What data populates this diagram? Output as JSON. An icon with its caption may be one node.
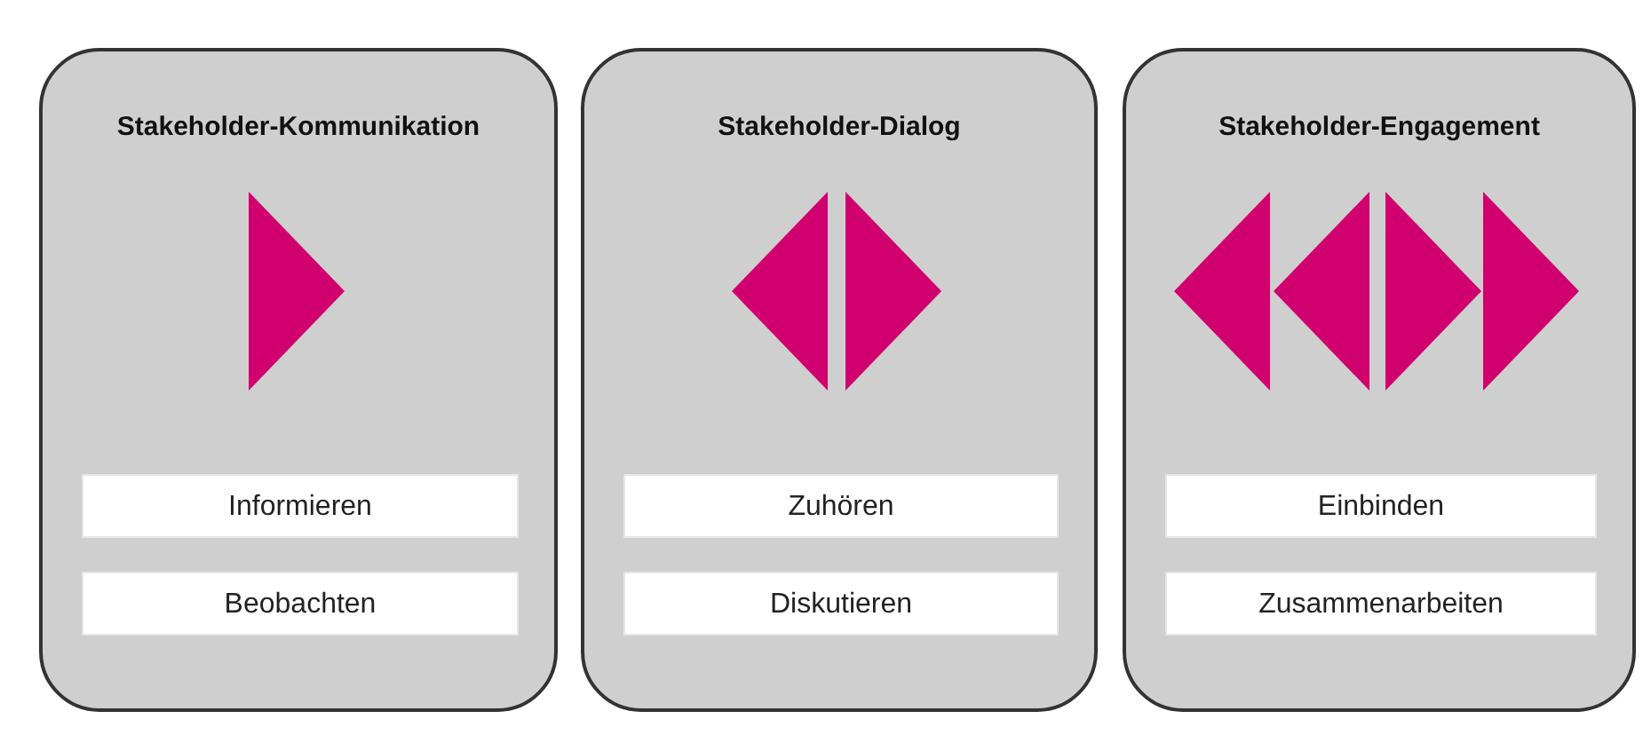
{
  "diagram": {
    "nodes": [
      {
        "text": [
          "Stakeholder-Kommunikation"
        ]
      },
      {
        "text": [
          "Informieren"
        ],
        "in": 0
      },
      {
        "text": [
          "Beobachten"
        ],
        "in": 0
      },
      {
        "text": [
          "Stakeholder-Dialog"
        ]
      },
      {
        "text": [
          "Zuhören"
        ],
        "in": 3
      },
      {
        "text": [
          "Diskutieren"
        ],
        "in": 3
      },
      {
        "text": [
          "Stakeholder-Engagement"
        ]
      },
      {
        "text": [
          "Einbinden"
        ],
        "in": 6
      },
      {
        "text": [
          "Zusammenarbeiten"
        ],
        "in": 6
      }
    ]
  }
}
